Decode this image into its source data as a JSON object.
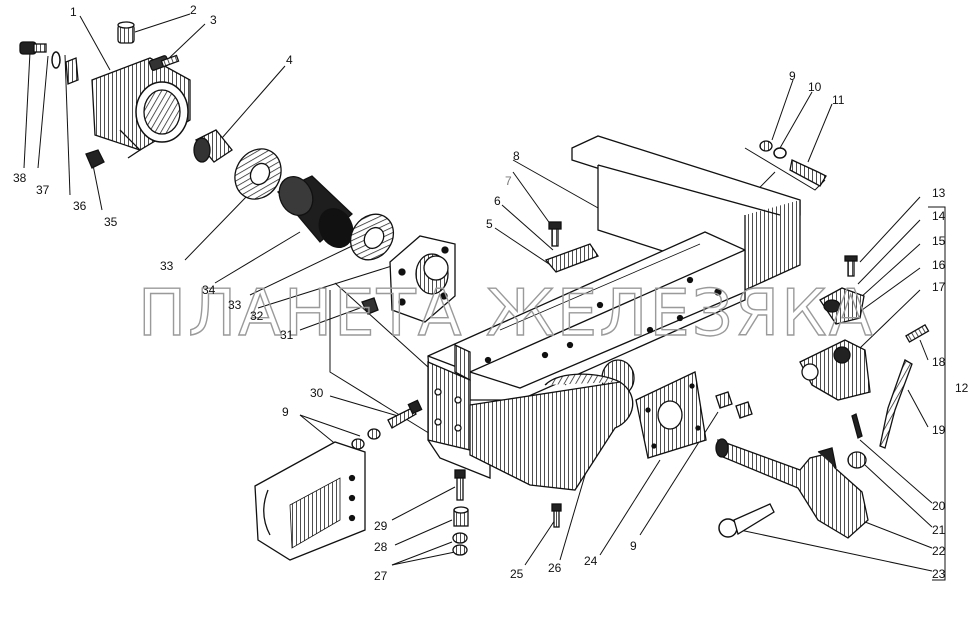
{
  "watermark": "ПЛАНЕТА ЖЕЛЕЗЯКА",
  "labels": {
    "n1": "1",
    "n2": "2",
    "n3": "3",
    "n4": "4",
    "n5": "5",
    "n6": "6",
    "n7": "7",
    "n8": "8",
    "n9a": "9",
    "n9b": "9",
    "n9c": "9",
    "n10": "10",
    "n11": "11",
    "n12": "12",
    "n13": "13",
    "n14": "14",
    "n15": "15",
    "n16": "16",
    "n17": "17",
    "n18": "18",
    "n19": "19",
    "n20": "20",
    "n21": "21",
    "n22": "22",
    "n23": "23",
    "n24": "24",
    "n25": "25",
    "n26": "26",
    "n27": "27",
    "n28": "28",
    "n29": "29",
    "n30": "30",
    "n31": "31",
    "n32": "32",
    "n33a": "33",
    "n33b": "33",
    "n34": "34",
    "n35": "35",
    "n36": "36",
    "n37": "37",
    "n38": "38"
  },
  "colors": {
    "ink": "#111111",
    "fill_dark": "#2a2a2a",
    "fill_mid": "#9a9a9a",
    "watermark": "#9a9a9a"
  }
}
